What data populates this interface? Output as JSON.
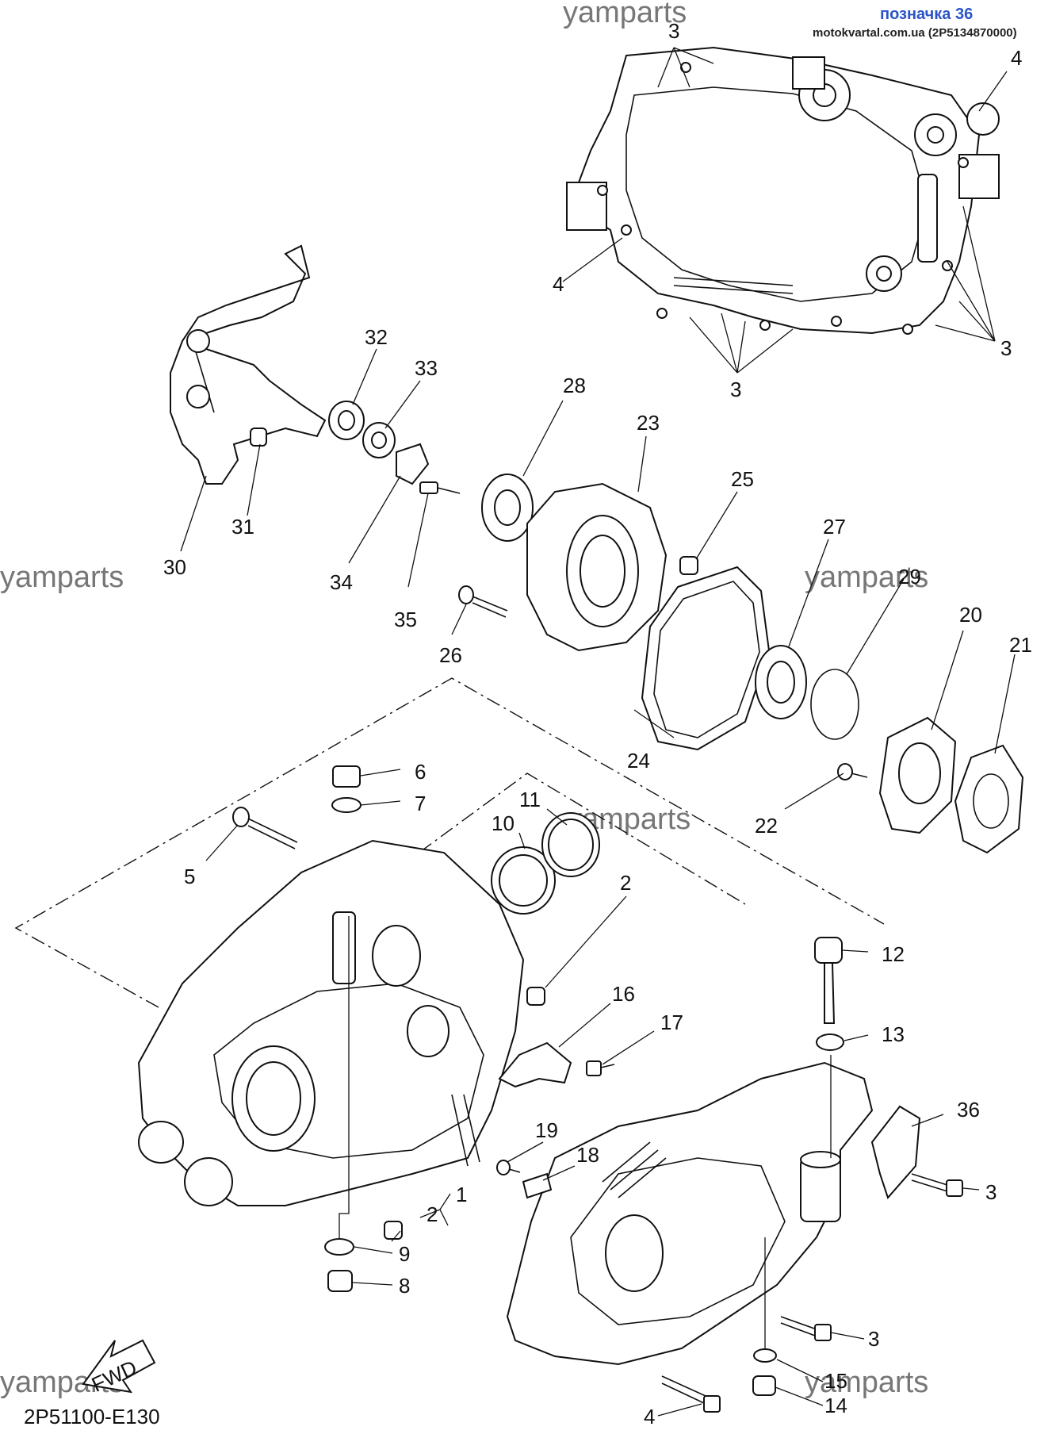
{
  "badge": {
    "title": "позначка 36",
    "subtitle": "motokvartal.com.ua (2P5134870000)"
  },
  "figure_code": "2P51100-E130",
  "fwd_label": "FWD",
  "watermarks": [
    "yamparts",
    "yamparts",
    "yamparts",
    "yamparts",
    "yamparts",
    "yamparts"
  ],
  "callouts": [
    "3",
    "4",
    "4",
    "3",
    "3",
    "32",
    "33",
    "28",
    "23",
    "25",
    "27",
    "29",
    "20",
    "21",
    "31",
    "30",
    "34",
    "35",
    "26",
    "24",
    "22",
    "6",
    "7",
    "11",
    "10",
    "5",
    "2",
    "12",
    "16",
    "17",
    "13",
    "36",
    "19",
    "18",
    "1",
    "2",
    "3",
    "9",
    "8",
    "3",
    "15",
    "14",
    "4"
  ]
}
